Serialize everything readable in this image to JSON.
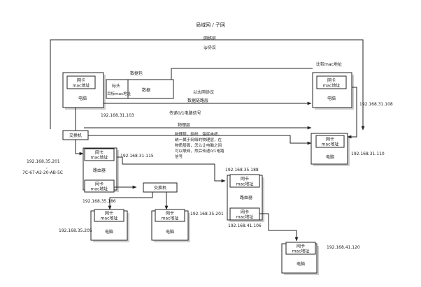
{
  "title": "局域网 / 子网",
  "layers": {
    "network": "网络层",
    "ip_protocol": "ip协议",
    "datalink": "数据链路层",
    "ethernet": "以太网协议",
    "transmit": "传递0/1电路信号",
    "physical": "物理层"
  },
  "packet": {
    "title": "数据包",
    "header": "标头",
    "target_mac": "目标mac地址",
    "data": "数据"
  },
  "compare_mac": "比较mac地址",
  "physical_note": [
    "物理层，网线、海底电缆，",
    "统一属于网络的物理层，在",
    "物质层面，怎么让电脑之间",
    "可以联网，然后传递0/1电路",
    "信号"
  ],
  "labels": {
    "nic": "网卡",
    "mac": "mac地址",
    "pc": "电脑",
    "switch": "交换机",
    "router": "路由器"
  },
  "ips": {
    "pc_left": "192.168.31.103",
    "pc_right_top": "192.168.31.108",
    "pc_right_mid": "192.168.31.110",
    "router1_nic_top": "192.168.31.115",
    "router1_nic_left": "192.168.35.201",
    "router1_mac": "7C-67-A2-20-AB-5C",
    "router1_nic_bottom": "192.168.35.186",
    "pc_bl": "192.168.35.205",
    "pc_bm": "192.168.35.201",
    "router2_nic_top": "192.168.35.188",
    "router2_nic_bottom": "192.168.41.106",
    "pc_br": "192.168.41.120"
  },
  "comma": ","
}
